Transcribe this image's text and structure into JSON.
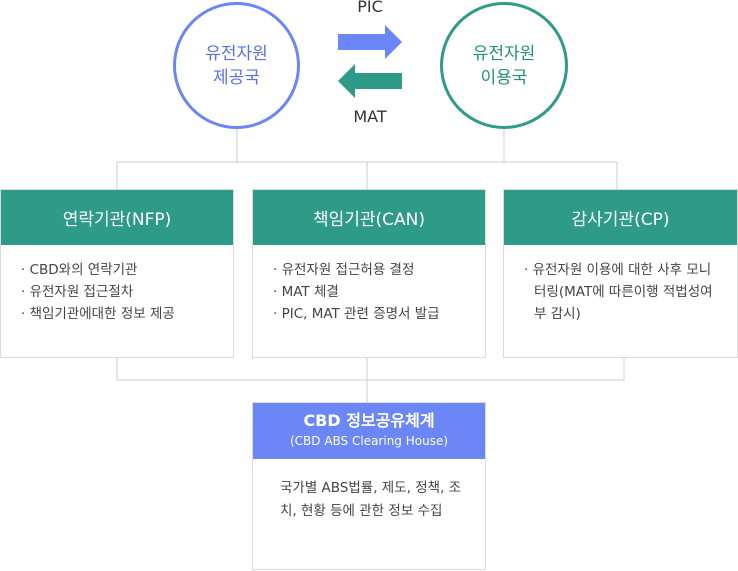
{
  "circles": {
    "provider": {
      "line1": "유전자원",
      "line2": "제공국"
    },
    "user": {
      "line1": "유전자원",
      "line2": "이용국"
    }
  },
  "arrows": {
    "top_label": "PIC",
    "bottom_label": "MAT"
  },
  "colors": {
    "blue": "#6b86f6",
    "green": "#2e9a88",
    "line": "#cccccc"
  },
  "boxes": {
    "nfp": {
      "title": "연락기관(NFP)",
      "items": [
        "· CBD와의 연락기관",
        "· 유전자원 접근절차",
        "· 책임기관에대한 정보 제공"
      ]
    },
    "can": {
      "title": "책임기관(CAN)",
      "items": [
        "· 유전자원 접근허용 결정",
        "· MAT 체결",
        "· PIC, MAT 관련 증명서 발급"
      ]
    },
    "cp": {
      "title": "감사기관(CP)",
      "items": [
        "· 유전자원 이용에 대한 사후 모니터링(MAT에 따른이행 적법성여부 감시)"
      ]
    },
    "cbd": {
      "title": "CBD 정보공유체계",
      "subtitle": "(CBD ABS Clearing House)",
      "body": "국가별 ABS법률, 제도, 정책, 조치, 현황 등에 관한 정보 수집"
    }
  }
}
